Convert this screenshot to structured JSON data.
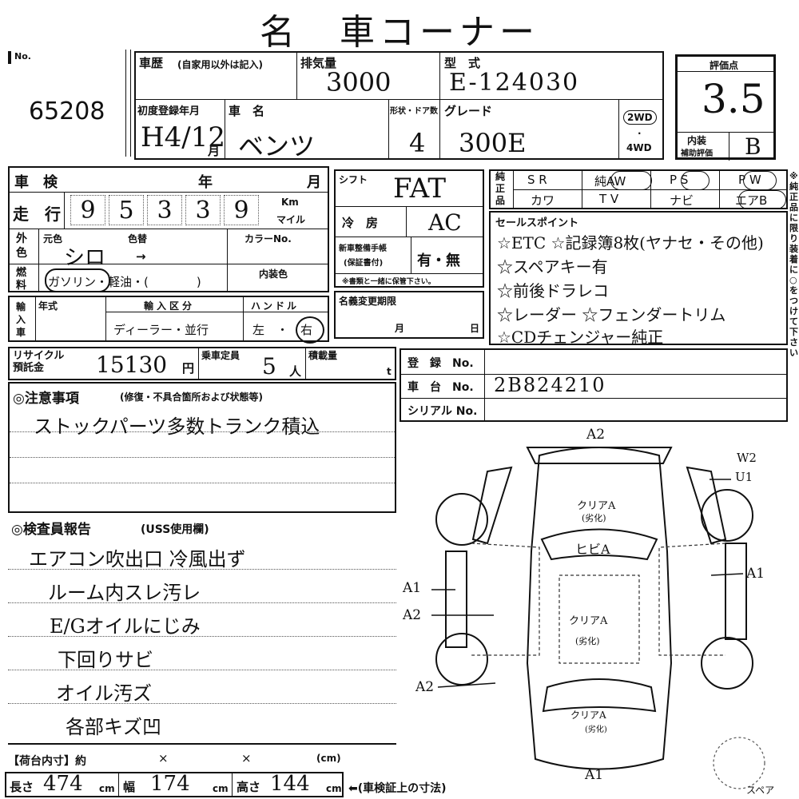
{
  "title": "名　車コーナー",
  "left": {
    "no_label": "No.",
    "lot_no": "65208"
  },
  "sheet": {
    "history_label": "車歴",
    "history_sub": "(自家用以外は記入)",
    "displacement_label": "排気量",
    "displacement": "3000",
    "model_label": "型　式",
    "model": "E-124030",
    "first_reg_label": "初度登録年月",
    "first_reg": "H4/12",
    "month_suffix": "月",
    "car_name_label": "車　名",
    "car_name": "ベンツ",
    "doors_label": "形状・ドア数",
    "doors": "4",
    "grade_label": "グレード",
    "grade": "300E",
    "drive_2wd": "2WD",
    "drive_4wd": "4WD",
    "drive_dot": "·"
  },
  "score": {
    "label": "評価点",
    "value": "3.5",
    "interior_label": "内装",
    "interior_sub": "補助評価",
    "interior": "B"
  },
  "inspection": {
    "shaken_label": "車　検",
    "year_label": "年",
    "month_label": "月",
    "mileage_label": "走　行",
    "mileage": [
      "9",
      "5",
      "3",
      "3",
      "9"
    ],
    "km_label": "Km",
    "mile_label": "マイル",
    "color_label": "外色",
    "orig_color_label": "元色",
    "repaint_label": "色替",
    "color_no_label": "カラーNo.",
    "color": "シロ",
    "color_arrow": "→",
    "fuel_label": "燃料",
    "fuel_options": "ガソリン・軽油・(　　　　)",
    "fuel_selected": "ガソリン",
    "interior_color_label": "内装色",
    "import_label": "輸入車",
    "import_year_label": "年式",
    "import_type_label": "輸入区分",
    "import_type": "ディーラー・並行",
    "handle_label": "ハンドル",
    "handle": "左　・　右",
    "handle_selected": "右"
  },
  "shift": {
    "shift_label": "シフト",
    "shift": "FAT",
    "ac_label": "冷　房",
    "ac": "AC",
    "manual_label": "新車整備手帳",
    "manual_sub": "(保証書付)",
    "manual": "有・無",
    "manual_note": "※書類と一緒に保管下さい。",
    "name_change_label": "名義変更期限",
    "nc_month": "月",
    "nc_day": "日"
  },
  "equipment": {
    "label": "純正品",
    "row1": [
      "S R",
      "純AW",
      "P S",
      "P W"
    ],
    "row2": [
      "カワ",
      "T V",
      "ナビ",
      "エアB"
    ]
  },
  "side_note": "※純正品に限り装着に○をつけて下さい",
  "sales": {
    "label": "セールスポイント",
    "items": [
      "☆ETC ☆記録簿8枚(ヤナセ・その他)",
      "☆スペアキー有",
      "☆前後ドラレコ",
      "☆レーダー ☆フェンダートリム",
      "☆CDチェンジャー純正"
    ]
  },
  "recycle": {
    "label": "リサイクル預託金",
    "value": "15130",
    "yen": "円",
    "capacity_label": "乗車定員",
    "capacity": "5",
    "person": "人",
    "load_label": "積載量",
    "ton": "t"
  },
  "registration": {
    "reg_label": "登　録　No.",
    "chassis_label": "車　台　No.",
    "chassis": "2B824210",
    "serial_label": "シリアル No."
  },
  "notes": {
    "label": "◎注意事項",
    "sub": "(修復・不具合箇所および状態等)",
    "text": "ストックパーツ多数トランク積込"
  },
  "report": {
    "label": "◎検査員報告",
    "sub": "(USS使用欄)",
    "lines": [
      "エアコン吹出口 冷風出ず",
      "ルーム内スレ汚レ",
      "E/Gオイルにじみ",
      "下回りサビ",
      "オイル汚ズ",
      "各部キズ凹"
    ]
  },
  "dimensions": {
    "cargo_label": "【荷台内寸】約",
    "x1": "×",
    "x2": "×",
    "cm_paren": "(cm)",
    "length_label": "長さ",
    "length": "474",
    "width_label": "幅",
    "width": "174",
    "height_label": "高さ",
    "height": "144",
    "cm": "cm",
    "note": "⬅(車検証上の寸法)",
    "spare": "スペア"
  },
  "diagram": {
    "codes": [
      "A2",
      "W2",
      "U1",
      "A1",
      "A1",
      "A2",
      "A2",
      "A1"
    ],
    "clear_a": "クリアA",
    "clear_sub": "(劣化)",
    "hibi_a": "ヒビA"
  }
}
